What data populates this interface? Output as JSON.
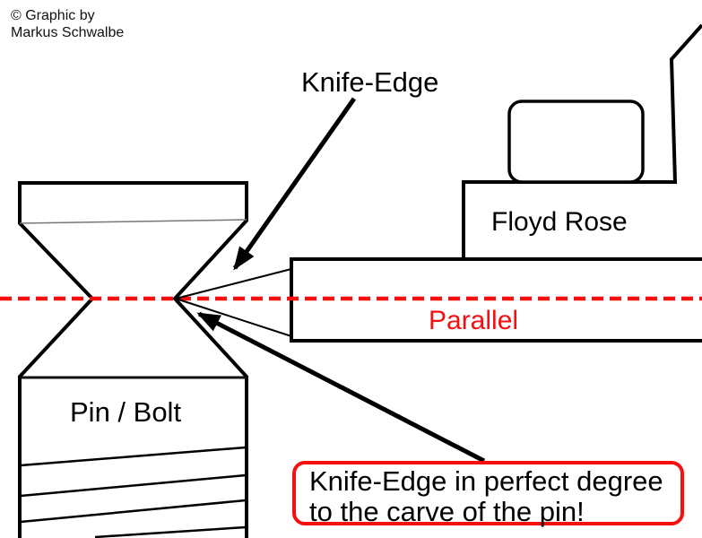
{
  "credit": {
    "line1": "© Graphic by",
    "line2": "Markus Schwalbe"
  },
  "labels": {
    "knife_edge": "Knife-Edge",
    "floyd_rose": "Floyd Rose",
    "parallel": "Parallel",
    "pin_bolt": "Pin / Bolt"
  },
  "callout": {
    "line1": "Knife-Edge in perfect degree",
    "line2": "to the carve of the pin!"
  },
  "colors": {
    "accent_red": "#f50f0f",
    "line_black": "#000000",
    "background": "#ffffff"
  }
}
